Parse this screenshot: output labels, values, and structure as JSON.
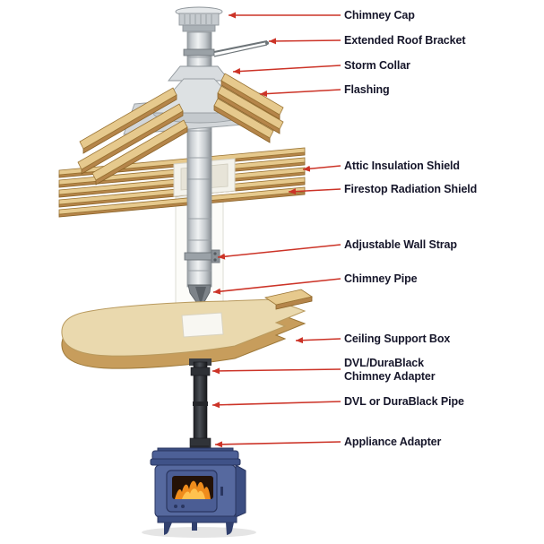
{
  "diagram": {
    "type": "labeled-parts-diagram",
    "subject": "Wood stove chimney system installation",
    "callouts": [
      {
        "id": "chimney-cap",
        "label": "Chimney Cap"
      },
      {
        "id": "extended-roof-bracket",
        "label": "Extended Roof Bracket"
      },
      {
        "id": "storm-collar",
        "label": "Storm Collar"
      },
      {
        "id": "flashing",
        "label": "Flashing"
      },
      {
        "id": "attic-insulation-shield",
        "label": "Attic Insulation Shield"
      },
      {
        "id": "firestop-radiation-shield",
        "label": "Firestop Radiation Shield"
      },
      {
        "id": "adjustable-wall-strap",
        "label": "Adjustable Wall Strap"
      },
      {
        "id": "chimney-pipe",
        "label": "Chimney Pipe"
      },
      {
        "id": "ceiling-support-box",
        "label": "Ceiling Support Box"
      },
      {
        "id": "dvl-durablack-chimney-adapter",
        "label": "DVL/DuraBlack\nChimney Adapter"
      },
      {
        "id": "dvl-or-durablack-pipe",
        "label": "DVL or DuraBlack Pipe"
      },
      {
        "id": "appliance-adapter",
        "label": "Appliance Adapter"
      }
    ],
    "colors": {
      "leader_line": "#cc3327",
      "label_text": "#16162a",
      "wood_light": "#e6c98d",
      "wood_dark": "#b5854a",
      "metal_light": "#d8dcdf",
      "metal_dark": "#8f959b",
      "stove_blue": "#56699f",
      "fire_orange": "#ef8c1c"
    }
  }
}
